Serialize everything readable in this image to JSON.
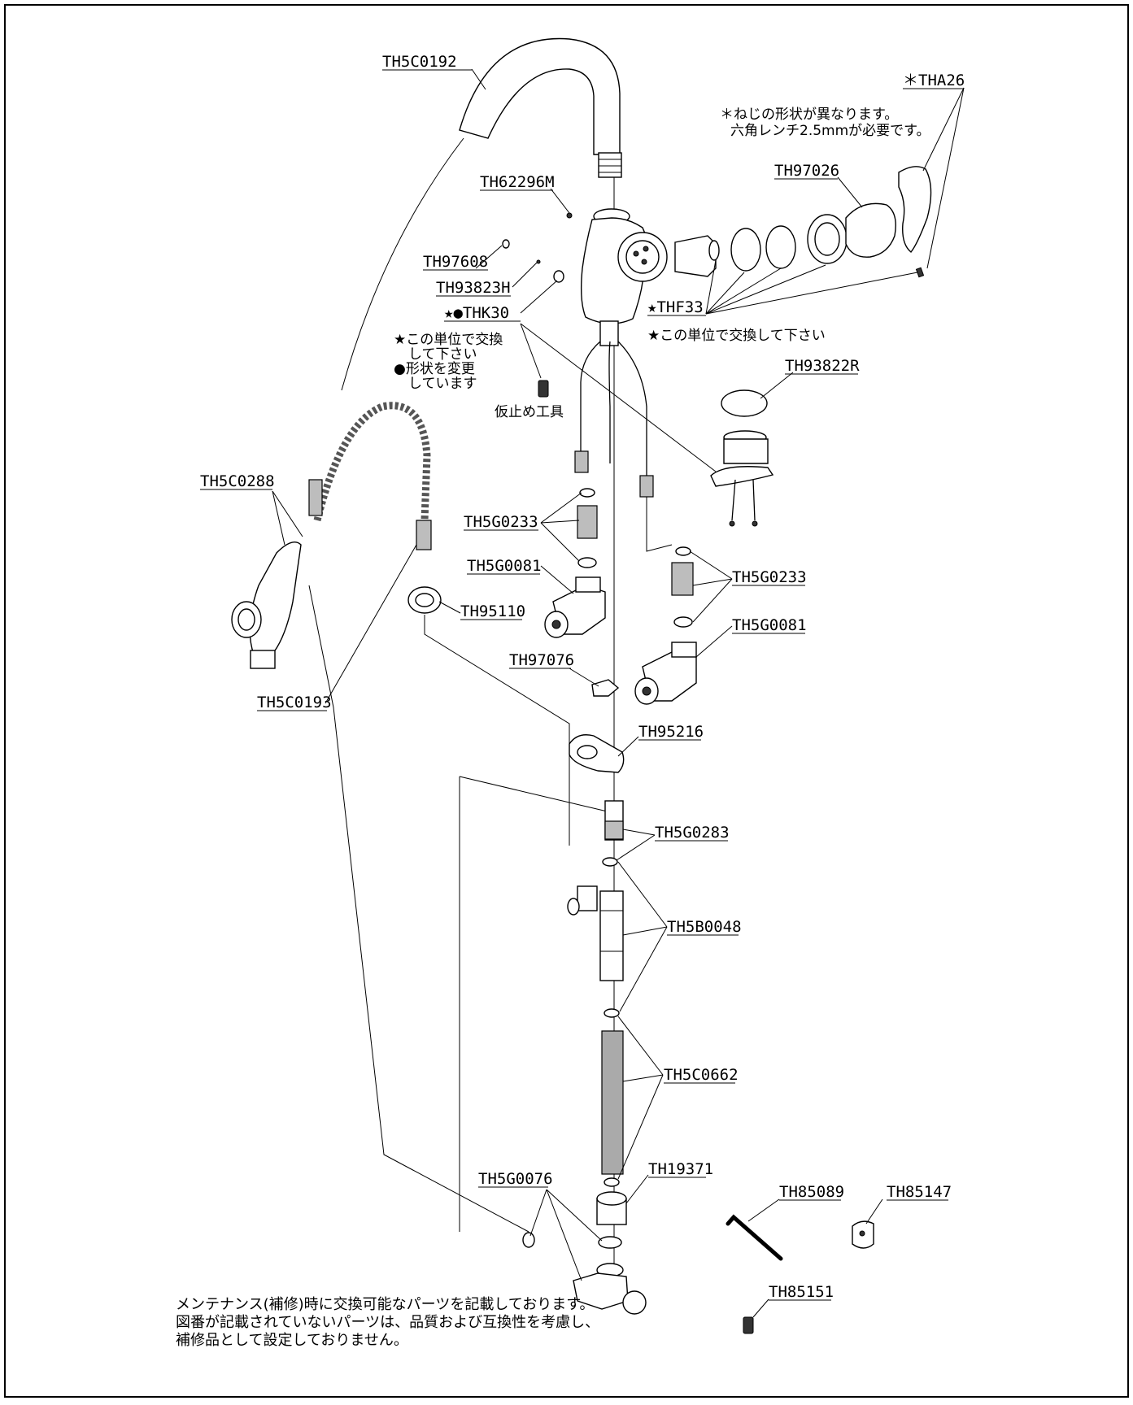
{
  "diagram": {
    "parts": [
      {
        "id": "TH5C0192",
        "label": "TH5C0192"
      },
      {
        "id": "THA26",
        "label": "＊THA26"
      },
      {
        "id": "TH62296M",
        "label": "TH62296M"
      },
      {
        "id": "TH97026",
        "label": "TH97026"
      },
      {
        "id": "TH97608",
        "label": "TH97608"
      },
      {
        "id": "TH93823H",
        "label": "TH93823H"
      },
      {
        "id": "THK30",
        "label": "★●THK30"
      },
      {
        "id": "THF33",
        "label": "★THF33"
      },
      {
        "id": "TH93822R",
        "label": "TH93822R"
      },
      {
        "id": "TH5C0288",
        "label": "TH5C0288"
      },
      {
        "id": "TH5G0233-left",
        "label": "TH5G0233"
      },
      {
        "id": "TH5G0081-left",
        "label": "TH5G0081"
      },
      {
        "id": "TH95110",
        "label": "TH95110"
      },
      {
        "id": "TH5G0233-right",
        "label": "TH5G0233"
      },
      {
        "id": "TH5G0081-right",
        "label": "TH5G0081"
      },
      {
        "id": "TH97076",
        "label": "TH97076"
      },
      {
        "id": "TH5C0193",
        "label": "TH5C0193"
      },
      {
        "id": "TH95216",
        "label": "TH95216"
      },
      {
        "id": "TH5G0283",
        "label": "TH5G0283"
      },
      {
        "id": "TH5B0048",
        "label": "TH5B0048"
      },
      {
        "id": "TH5C0662",
        "label": "TH5C0662"
      },
      {
        "id": "TH19371",
        "label": "TH19371"
      },
      {
        "id": "TH5G0076",
        "label": "TH5G0076"
      },
      {
        "id": "TH85089",
        "label": "TH85089"
      },
      {
        "id": "TH85147",
        "label": "TH85147"
      },
      {
        "id": "TH85151",
        "label": "TH85151"
      }
    ],
    "notes": {
      "tha26_line1": "＊ねじの形状が異なります。",
      "tha26_line2": "六角レンチ2.5mmが必要です。",
      "thf33_note": "★この単位で交換して下さい",
      "thk30_line1": "★この単位で交換",
      "thk30_line2": "して下さい",
      "thk30_line3": "●形状を変更",
      "thk30_line4": "しています",
      "temp_tool": "仮止め工具"
    },
    "footer": {
      "line1": "メンテナンス(補修)時に交換可能なパーツを記載しております。",
      "line2": "図番が記載されていないパーツは、品質および互換性を考慮し、",
      "line3": "補修品として設定しておりません。"
    }
  }
}
